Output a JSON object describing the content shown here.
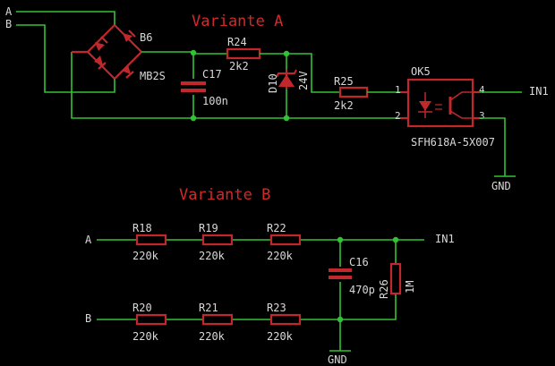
{
  "titles": {
    "variant_a": "Variante A",
    "variant_b": "Variante B"
  },
  "nets": {
    "a": "A",
    "b": "B",
    "in1": "IN1",
    "gnd": "GND"
  },
  "variant_a": {
    "bridge": {
      "name1": "B6",
      "name2": "MB2S"
    },
    "c17": {
      "name": "C17",
      "value": "100n"
    },
    "r24": {
      "name": "R24",
      "value": "2k2"
    },
    "d10": {
      "name": "D10",
      "value": "24V"
    },
    "r25": {
      "name": "R25",
      "value": "2k2"
    },
    "ok5": {
      "name": "OK5",
      "part": "SFH618A-5X007",
      "pin1": "1",
      "pin2": "2",
      "pin3": "3",
      "pin4": "4"
    }
  },
  "variant_b": {
    "r18": {
      "name": "R18",
      "value": "220k"
    },
    "r19": {
      "name": "R19",
      "value": "220k"
    },
    "r22": {
      "name": "R22",
      "value": "220k"
    },
    "r20": {
      "name": "R20",
      "value": "220k"
    },
    "r21": {
      "name": "R21",
      "value": "220k"
    },
    "r23": {
      "name": "R23",
      "value": "220k"
    },
    "c16": {
      "name": "C16",
      "value": "470p"
    },
    "r26": {
      "name": "R26",
      "value": "1M"
    }
  },
  "colors": {
    "wire": "#33c233",
    "component": "#c0282c",
    "label": "#d8d8d8",
    "title": "#d12a2a",
    "background": "#000000"
  }
}
